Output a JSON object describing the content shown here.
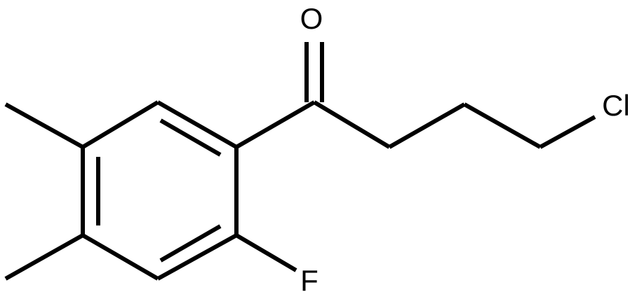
{
  "atom_labels": {
    "oxygen": "O",
    "chlorine": "Cl",
    "fluorine": "F"
  },
  "colors": {
    "bond": "#000000",
    "label": "#000000",
    "background": "#ffffff"
  }
}
